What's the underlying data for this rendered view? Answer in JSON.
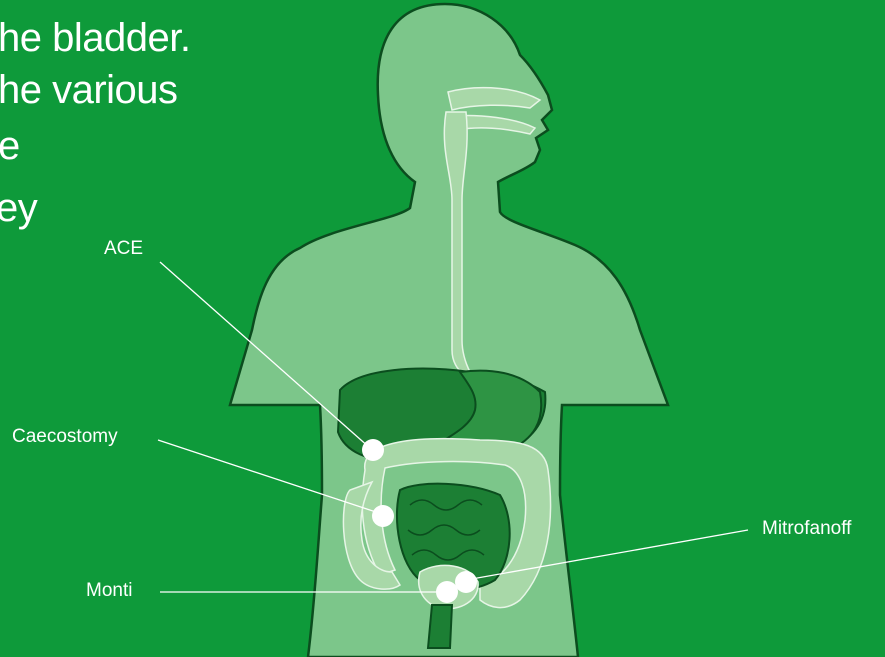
{
  "intro_text": {
    "line1": "he bladder.",
    "line2": "he various",
    "line3": "e",
    "line4": "ey"
  },
  "labels": {
    "ace": "ACE",
    "caecostomy": "Caecostomy",
    "monti": "Monti",
    "mitrofanoff": "Mitrofanoff"
  },
  "colors": {
    "background": "#0e9a3a",
    "body": "#7cc68a",
    "outline": "#0b5a22",
    "organ_dark": "#1c7f34",
    "organ_light": "#a8d8a8",
    "marker": "#ffffff"
  }
}
